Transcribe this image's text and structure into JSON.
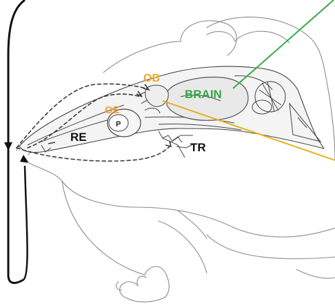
{
  "labels": {
    "ob": "OB",
    "oe": "OE",
    "p": "P",
    "brain": "BRAIN",
    "re": "RE",
    "tr": "TR"
  },
  "colors": {
    "orange": "#f0a52a",
    "green": "#33a84a",
    "yellow_line": "#e8b020",
    "black": "#111111"
  }
}
